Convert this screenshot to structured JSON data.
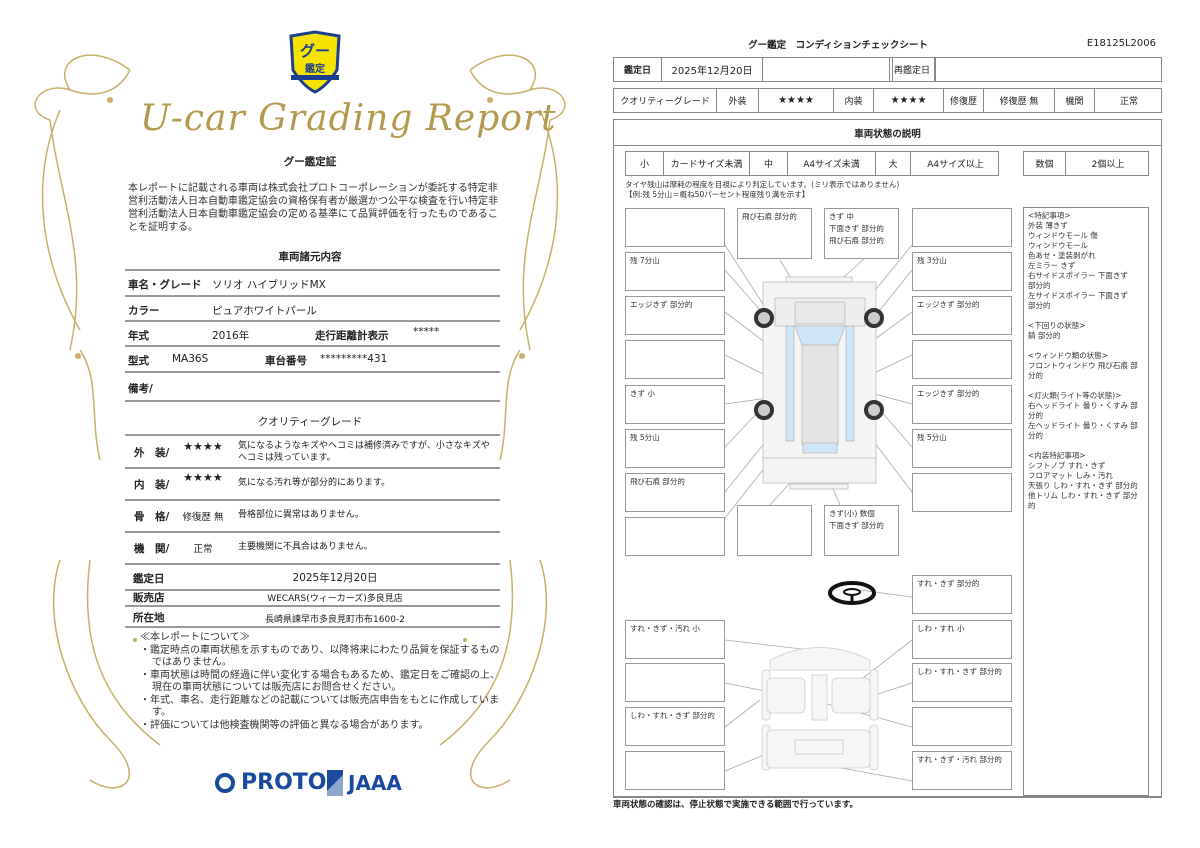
{
  "certificate": {
    "logo_text": "グー鑑定",
    "script_title": "U-car Grading Report",
    "title": "グー鑑定証",
    "intro": "本レポートに記載される車両は株式会社プロトコーポレーションが委託する特定非営利活動法人日本自動車鑑定協会の資格保有者が厳選かつ公平な検査を行い特定非営利活動法人日本自動車鑑定協会の定める基準にて品質評価を行ったものであることを証明する。",
    "specs_title": "車両諸元内容",
    "specs": {
      "name_label": "車名・グレード",
      "name_value": "ソリオ ハイブリッドMX",
      "color_label": "カラー",
      "color_value": "ピュアホワイトパール",
      "year_label": "年式",
      "year_value": "2016年",
      "mileage_label": "走行距離計表示",
      "mileage_value": "*****",
      "model_label": "型式",
      "model_value": "MA36S",
      "chassis_label": "車台番号",
      "chassis_value": "*********431",
      "remarks_label": "備考/"
    },
    "grade_title": "クオリティーグレード",
    "grades": [
      {
        "label": "外　装/",
        "value": "★★★★",
        "desc": "気になるようなキズやヘコミは補修済みですが、小さなキズやヘコミは残っています。"
      },
      {
        "label": "内　装/",
        "value": "★★★★",
        "desc": "気になる汚れ等が部分的にあります。"
      },
      {
        "label": "骨　格/",
        "value": "修復歴 無",
        "desc": "骨格部位に異常はありません。"
      },
      {
        "label": "機　関/",
        "value": "正常",
        "desc": "主要機関に不具合はありません。"
      }
    ],
    "date_label": "鑑定日",
    "date_value": "2025年12月20日",
    "shop_label": "販売店",
    "shop_value": "WECARS(ウィーカーズ)多良見店",
    "address_label": "所在地",
    "address_value": "長崎県諫早市多良見町市布1600-2",
    "notes_title": "≪本レポートについて≫",
    "notes": [
      "・鑑定時点の車両状態を示すものであり、以降将来にわたり品質を保証するものではありません。",
      "・車両状態は時間の経過に伴い変化する場合もあるため、鑑定日をご確認の上、現在の車両状態については販売店にお問合せください。",
      "・年式、車名、走行距離などの記載については販売店申告をもとに作成しています。",
      "・評価については他検査機関等の評価と異なる場合があります。"
    ],
    "brand_proto": "PROTO",
    "brand_jaaa": "JAAA"
  },
  "sheet": {
    "title": "グー鑑定　コンディションチェックシート",
    "id": "E18125L2006",
    "date_label": "鑑定日",
    "date_value": "2025年12月20日",
    "reinspect_label": "再鑑定日",
    "grade_row": [
      "クオリティーグレード",
      "外装",
      "★★★★",
      "内装",
      "★★★★",
      "修復歴",
      "修復歴 無",
      "機関",
      "正常"
    ],
    "section_title": "車両状態の説明",
    "sizes": [
      "小",
      "カードサイズ未満",
      "中",
      "A4サイズ未満",
      "大",
      "A4サイズ以上"
    ],
    "count": [
      "数個",
      "2個以上"
    ],
    "tire_note1": "タイヤ残山は摩耗の程度を目視により判定しています。(ミリ表示ではありません)",
    "tire_note2": "【例:残 5分山＝概ね50パーセント程度残り溝を示す】",
    "exterior_boxes": [
      "",
      "残 7分山",
      "エッジきず 部分的",
      "",
      "きず 小",
      "残 5分山",
      "飛び石痕 部分的",
      "",
      "飛び石痕 部分的",
      "きず 中\n下面きず 部分的\n飛び石痕 部分的",
      "",
      "きず(小) 数個\n下面きず 部分的",
      "",
      "残 3分山",
      "エッジきず 部分的",
      "",
      "エッジきず 部分的",
      "残 5分山",
      ""
    ],
    "interior_boxes": [
      "すれ・きず 部分的",
      "しわ・すれ 小",
      "しわ・すれ・きず 部分的",
      "",
      "すれ・きず・汚れ 部分的",
      "すれ・きず・汚れ 小",
      "",
      "しわ・すれ・きず 部分的",
      ""
    ],
    "remarks": [
      "<特記事項>",
      "外装 薄きず",
      "ウィンドウモール 傷",
      "ウィンドウモール",
      "色あせ・塗装剥がれ",
      "左ミラー きず",
      "右サイドスポイラー 下面きず",
      "部分的",
      "左サイドスポイラー 下面きず",
      "部分的",
      "",
      "<下回りの状態>",
      "錆 部分的",
      "",
      "<ウィンドウ類の状態>",
      "フロントウィンドウ 飛び石痕 部分的",
      "",
      "<灯火類(ライト等の状態)>",
      "右ヘッドライト 曇り・くすみ 部分的",
      "左ヘッドライト 曇り・くすみ 部分的",
      "",
      "<内装特記事項>",
      "シフトノブ すれ・きず",
      "フロアマット しみ・汚れ",
      "天張り しわ・すれ・きず 部分的",
      "他トリム しわ・すれ・きず 部分的"
    ],
    "footer": "車両状態の確認は、停止状態で実施できる範囲で行っています。"
  }
}
